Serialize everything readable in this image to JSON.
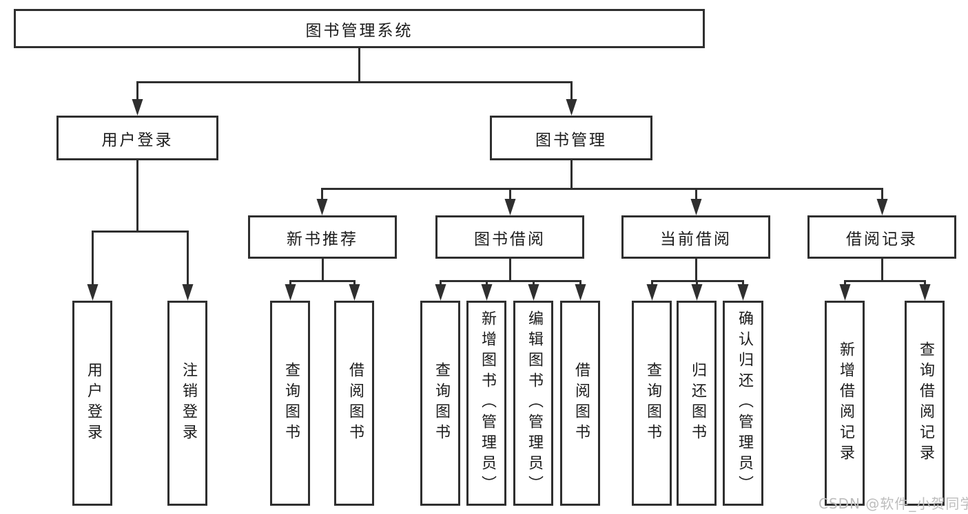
{
  "diagram": {
    "title": "图书管理系统",
    "nodes": {
      "root": {
        "id": "library-management-system",
        "label": "图书管理系统"
      },
      "level2": [
        {
          "id": "user-login",
          "label": "用户登录",
          "parent": "library-management-system"
        },
        {
          "id": "book-management",
          "label": "图书管理",
          "parent": "library-management-system"
        }
      ],
      "level3": [
        {
          "id": "new-book-recommend",
          "label": "新书推荐",
          "parent": "book-management"
        },
        {
          "id": "book-borrow",
          "label": "图书借阅",
          "parent": "book-management"
        },
        {
          "id": "current-borrow",
          "label": "当前借阅",
          "parent": "book-management"
        },
        {
          "id": "borrow-record",
          "label": "借阅记录",
          "parent": "book-management"
        }
      ],
      "leaves": [
        {
          "id": "leaf-user-login",
          "label": "用户登录",
          "parent": "user-login"
        },
        {
          "id": "leaf-logout",
          "label": "注销登录",
          "parent": "user-login"
        },
        {
          "id": "leaf-query-book-1",
          "label": "查询图书",
          "parent": "new-book-recommend"
        },
        {
          "id": "leaf-borrow-book-1",
          "label": "借阅图书",
          "parent": "new-book-recommend"
        },
        {
          "id": "leaf-query-book-2",
          "label": "查询图书",
          "parent": "book-borrow"
        },
        {
          "id": "leaf-add-book-admin",
          "label": "新增图书（管理员）",
          "parent": "book-borrow"
        },
        {
          "id": "leaf-edit-book-admin",
          "label": "编辑图书（管理员）",
          "parent": "book-borrow"
        },
        {
          "id": "leaf-borrow-book-2",
          "label": "借阅图书",
          "parent": "book-borrow"
        },
        {
          "id": "leaf-query-book-3",
          "label": "查询图书",
          "parent": "current-borrow"
        },
        {
          "id": "leaf-return-book",
          "label": "归还图书",
          "parent": "current-borrow"
        },
        {
          "id": "leaf-confirm-return-admin",
          "label": "确认归还（管理员）",
          "parent": "current-borrow"
        },
        {
          "id": "leaf-add-borrow-record",
          "label": "新增借阅记录",
          "parent": "borrow-record"
        },
        {
          "id": "leaf-query-borrow-record",
          "label": "查询借阅记录",
          "parent": "borrow-record"
        }
      ]
    },
    "colors": {
      "line": "#2f2f2f",
      "box_border": "#2f2f2f",
      "box_fill": "#ffffff",
      "text": "#1c1c1c",
      "background": "#ffffff"
    }
  },
  "watermark": {
    "text": "CSDN @软件_小贺同学",
    "color": "#bdbdbd"
  }
}
